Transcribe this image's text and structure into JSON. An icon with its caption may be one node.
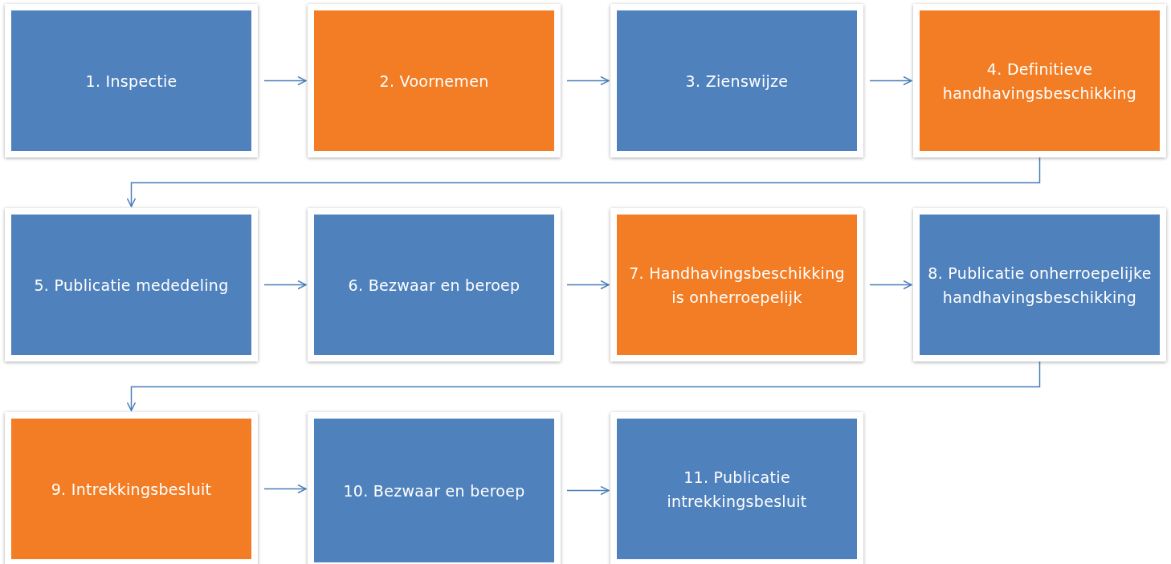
{
  "diagram": {
    "nodes": [
      {
        "text": [
          "1. Inspectie"
        ]
      },
      {
        "text": [
          "2. Voornemen"
        ]
      },
      {
        "text": [
          "3. Zienswijze"
        ]
      },
      {
        "text": [
          "4. Definitieve handhavingsbeschikking"
        ]
      },
      {
        "text": [
          "5. Publicatie mededeling"
        ]
      },
      {
        "text": [
          "6. Bezwaar en beroep"
        ]
      },
      {
        "text": [
          "7. Handhavingsbeschikking is onherroepelijk"
        ]
      },
      {
        "text": [
          "8. Publicatie onherroepelijke handhavingsbeschikking"
        ]
      },
      {
        "text": [
          "9. Intrekkingsbesluit"
        ]
      },
      {
        "text": [
          "10. Bezwaar en beroep"
        ]
      },
      {
        "text": [
          "11. Publicatie intrekkingsbesluit"
        ]
      }
    ],
    "edges": [
      {
        "from": 0,
        "to": 1,
        "arrow": "to"
      },
      {
        "from": 1,
        "to": 2,
        "arrow": "to"
      },
      {
        "from": 2,
        "to": 3,
        "arrow": "to"
      },
      {
        "from": 3,
        "to": 4,
        "arrow": "to"
      },
      {
        "from": 4,
        "to": 5,
        "arrow": "to"
      },
      {
        "from": 5,
        "to": 6,
        "arrow": "to"
      },
      {
        "from": 6,
        "to": 7,
        "arrow": "to"
      },
      {
        "from": 7,
        "to": 8,
        "arrow": "to"
      },
      {
        "from": 8,
        "to": 9,
        "arrow": "to"
      },
      {
        "from": 9,
        "to": 10,
        "arrow": "to"
      }
    ]
  }
}
